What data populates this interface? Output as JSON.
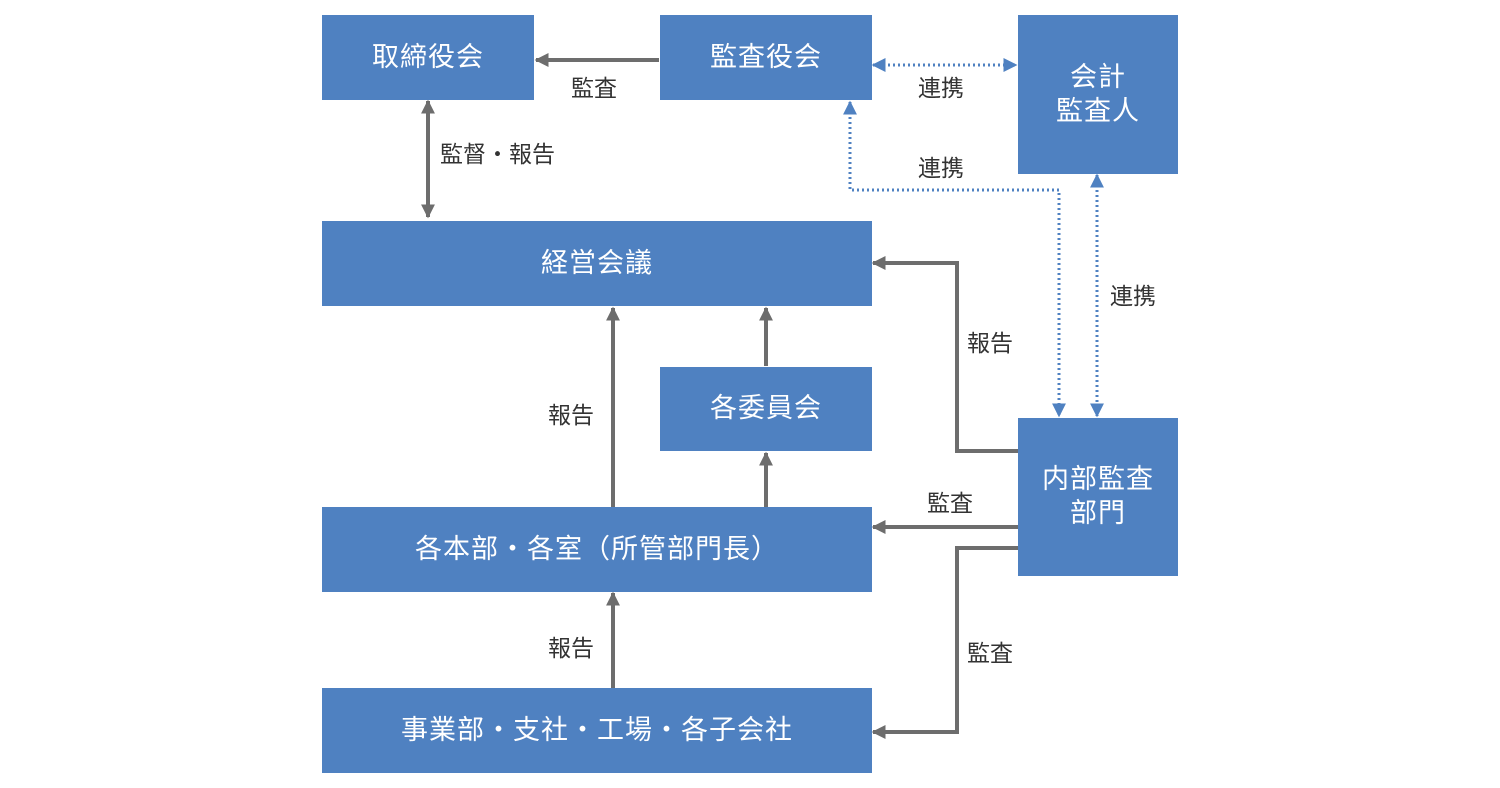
{
  "colors": {
    "box_fill": "#4f81c1",
    "box_text": "#ffffff",
    "solid_arrow": "#6d6d6d",
    "dotted_arrow": "#4f81c1"
  },
  "nodes": {
    "board": "取締役会",
    "auditors": "監査役会",
    "accounting_auditor": "会計\n監査人",
    "management_meeting": "経営会議",
    "committees": "各委員会",
    "headquarters": "各本部・各室（所管部門長）",
    "internal_audit": "内部監査\n部門",
    "business_units": "事業部・支社・工場・各子会社"
  },
  "edge_labels": {
    "auditors_to_board": "監査",
    "board_mgmt": "監督・報告",
    "auditors_accounting": "連携",
    "auditors_internal": "連携",
    "accounting_internal": "連携",
    "internal_to_mgmt": "報告",
    "hq_to_mgmt": "報告",
    "internal_to_hq": "監査",
    "bu_to_hq": "報告",
    "internal_to_bu": "監査"
  }
}
